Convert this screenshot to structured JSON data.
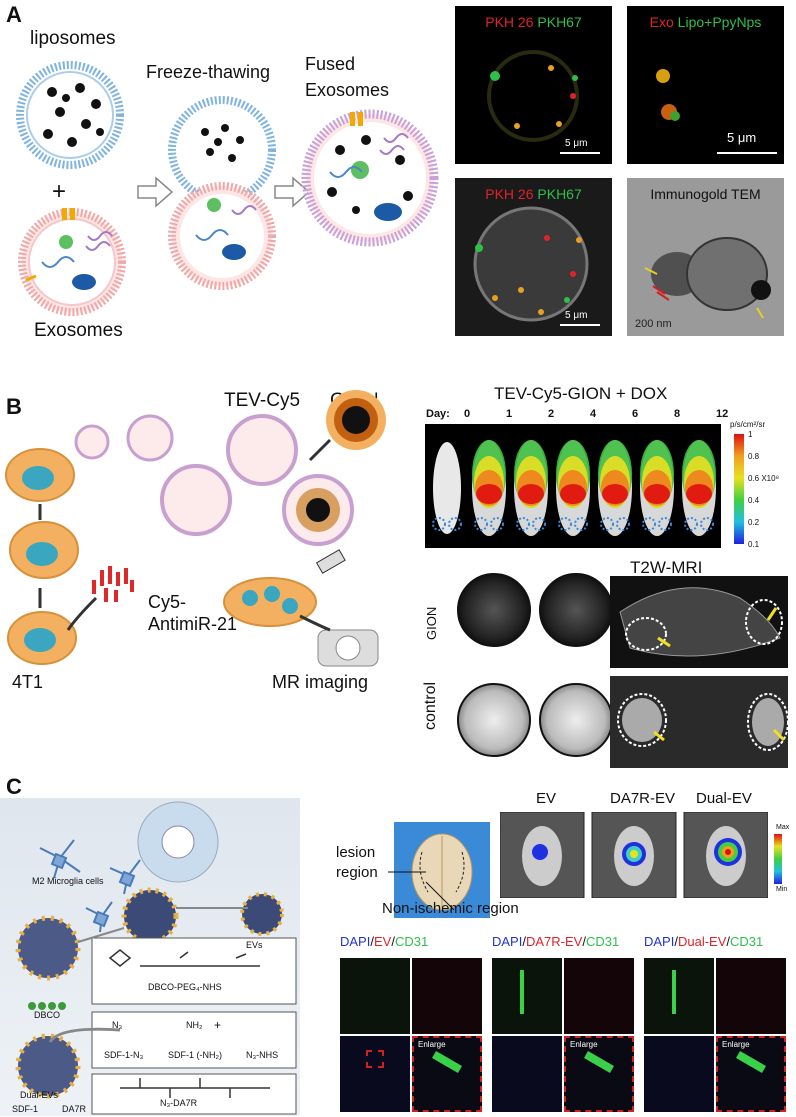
{
  "panelA": {
    "label": "A",
    "liposomes": "liposomes",
    "plus": "+",
    "exosomes": "Exosomes",
    "freeze_thawing": "Freeze-thawing",
    "fused_line1": "Fused",
    "fused_line2": "Exosomes",
    "img1": {
      "red": "PKH 26",
      "green": "PKH67",
      "scale": "5 μm"
    },
    "img2": {
      "red": "Exo",
      "green": "Lipo+PpyNps",
      "scale": "5 μm"
    },
    "img3": {
      "red": "PKH 26",
      "green": "PKH67",
      "scale": "5 μm"
    },
    "img4": {
      "title": "Immunogold TEM",
      "scale": "200 nm"
    }
  },
  "panelB": {
    "label": "B",
    "tev": "TEV-Cy5",
    "gion": "GION",
    "cy5_line1": "Cy5-",
    "cy5_line2": "AntimiR-21",
    "cell": "4T1",
    "mr": "MR imaging",
    "ivis_title": "TEV-Cy5-GION + DOX",
    "day_label": "Day:",
    "days": [
      "0",
      "1",
      "2",
      "4",
      "6",
      "8",
      "12"
    ],
    "colorbar_unit": "p/s/cm²/sr",
    "colorbar_ticks": [
      "1",
      "0.8",
      "0.6 X10⁸",
      "0.4",
      "0.2",
      "0.1"
    ],
    "mri_title": "T2W-MRI",
    "row_gion": "GION",
    "row_control": "control"
  },
  "panelC": {
    "label": "C",
    "m2": "M2 Microglia cells",
    "evs": "EVs",
    "dbco_peg": "DBCO-PEG₄-NHS",
    "dbco": "DBCO",
    "n3": "N₃",
    "nh2": "NH₂",
    "plus": "+",
    "sdf_n3": "SDF-1-N₃",
    "sdf_nh2": "SDF-1 (-NH₂)",
    "n3_nhs": "N₃-NHS",
    "n3_da7r": "N₃-DA7R",
    "dual_evs": "Dual-EVs",
    "sdf1": "SDF-1",
    "da7r": "DA7R",
    "lesion_line1": "lesion",
    "lesion_line2": "region",
    "nonischemic": "Non-ischemic region",
    "brain_labels": [
      "EV",
      "DA7R-EV",
      "Dual-EV"
    ],
    "cb_max": "Max",
    "cb_min": "Min",
    "stain_groups": [
      {
        "dapi": "DAPI",
        "ev": "EV",
        "cd": "CD31"
      },
      {
        "dapi": "DAPI",
        "ev": "DA7R-EV",
        "cd": "CD31"
      },
      {
        "dapi": "DAPI",
        "ev": "Dual-EV",
        "cd": "CD31"
      }
    ],
    "enlarge": "Enlarge"
  },
  "colors": {
    "red": "#e0232a",
    "green": "#2fbf4a",
    "blue": "#2233cc"
  }
}
